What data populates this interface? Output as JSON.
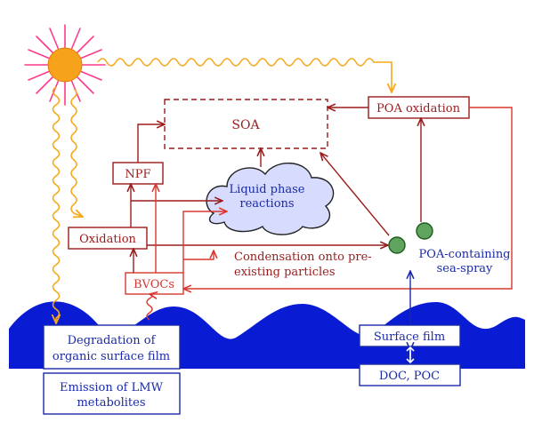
{
  "colors": {
    "sun": "#f7a21b",
    "sun_rays": "#ff3a8c",
    "sun_waves": "#f6a81c",
    "dark_red": "#9b1b1b",
    "red": "#d9362f",
    "blue": "#1a2aa8",
    "ocean": "#0a1bd4",
    "cloud": "#d7dcff",
    "particle": "#5fa35f"
  },
  "nodes": {
    "soa": "SOA",
    "npf": "NPF",
    "oxidation": "Oxidation",
    "bvocs": "BVOCs",
    "poa_oxidation": "POA oxidation",
    "liquid_phase": [
      "Liquid phase",
      "reactions"
    ],
    "condensation": [
      "Condensation onto pre-",
      "existing particles"
    ],
    "poa_sea_spray": [
      "POA-containing",
      "sea-spray"
    ],
    "degradation": [
      "Degradation of",
      "organic surface film"
    ],
    "emission": [
      "Emission of LMW",
      "metabolites"
    ],
    "surface_film": "Surface film",
    "doc_poc": "DOC, POC"
  },
  "icons": {
    "sun": "sun-icon",
    "cloud": "cloud-icon",
    "particles": "particle-icon"
  }
}
